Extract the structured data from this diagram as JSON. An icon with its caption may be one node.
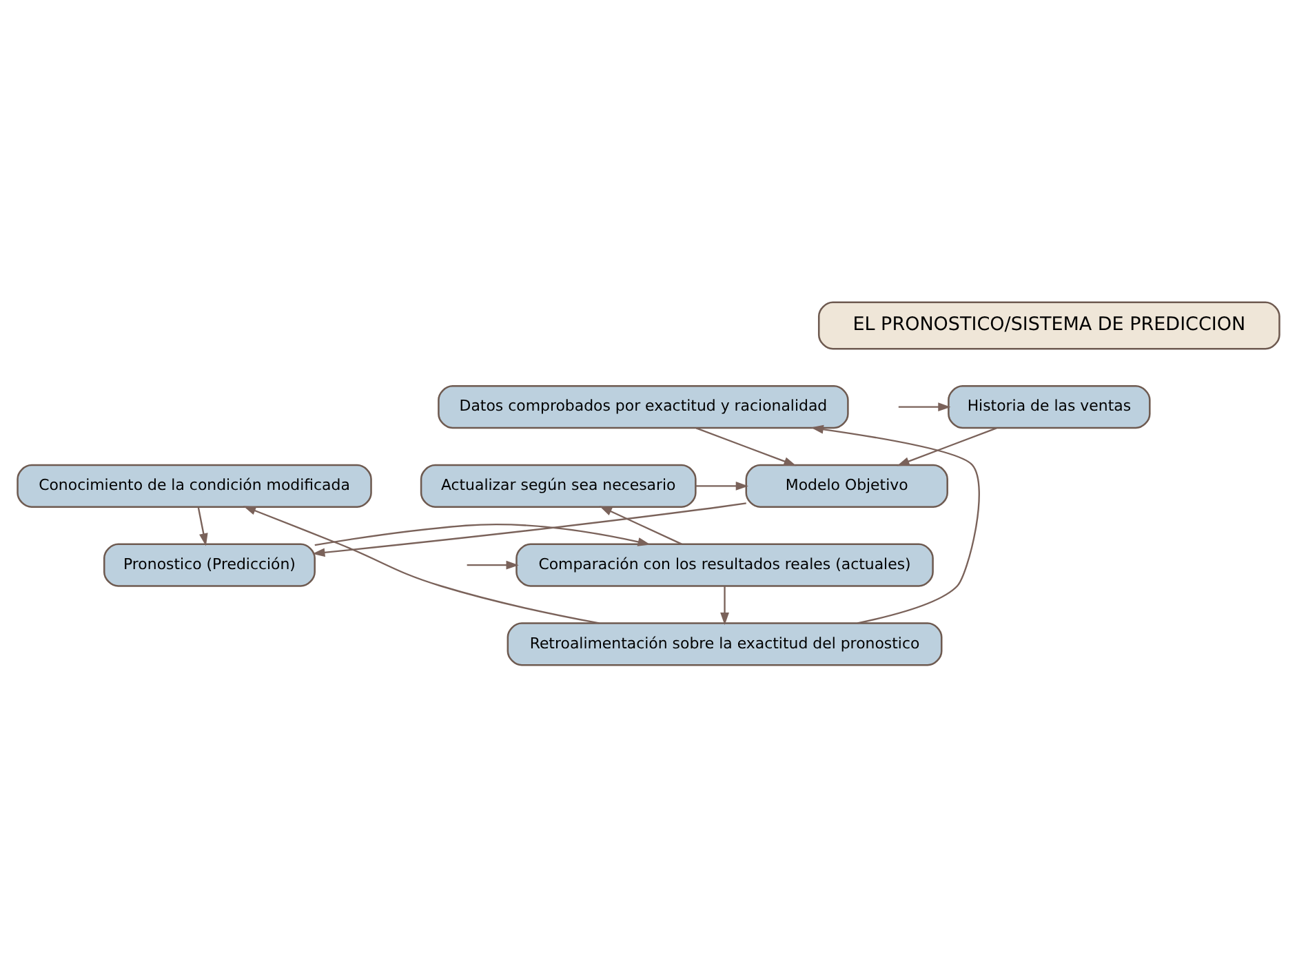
{
  "diagram": {
    "nodes": [
      {
        "text": [
          "EL PRONOSTICO/SISTEMA DE PREDICCION"
        ]
      },
      {
        "text": [
          "Historia de las ventas"
        ]
      },
      {
        "text": [
          "Datos comprobados por exactitud y racionalidad"
        ]
      },
      {
        "text": [
          "Modelo Objetivo"
        ]
      },
      {
        "text": [
          "Actualizar según sea necesario"
        ]
      },
      {
        "text": [
          "Conocimiento de la condición modificada"
        ]
      },
      {
        "text": [
          "Pronostico (Predicción)"
        ]
      },
      {
        "text": [
          "Comparación con los resultados reales (actuales)"
        ]
      },
      {
        "text": [
          "Retroalimentación sobre la exactitud del pronostico"
        ]
      }
    ],
    "edges": [
      {
        "from": null,
        "to": 1,
        "arrow": "to"
      },
      {
        "from": 1,
        "to": 3,
        "arrow": "to"
      },
      {
        "from": 2,
        "to": 3,
        "arrow": "to"
      },
      {
        "from": 4,
        "to": 3,
        "arrow": "to"
      },
      {
        "from": 3,
        "to": 6,
        "arrow": "to"
      },
      {
        "from": 5,
        "to": 6,
        "arrow": "to"
      },
      {
        "from": 6,
        "to": 7,
        "arrow": "to"
      },
      {
        "from": null,
        "to": 7,
        "arrow": "to"
      },
      {
        "from": 7,
        "to": 4,
        "arrow": "to"
      },
      {
        "from": 7,
        "to": 8,
        "arrow": "to"
      },
      {
        "from": 8,
        "to": 2,
        "arrow": "to"
      },
      {
        "from": 8,
        "to": 5,
        "arrow": "to"
      }
    ]
  }
}
